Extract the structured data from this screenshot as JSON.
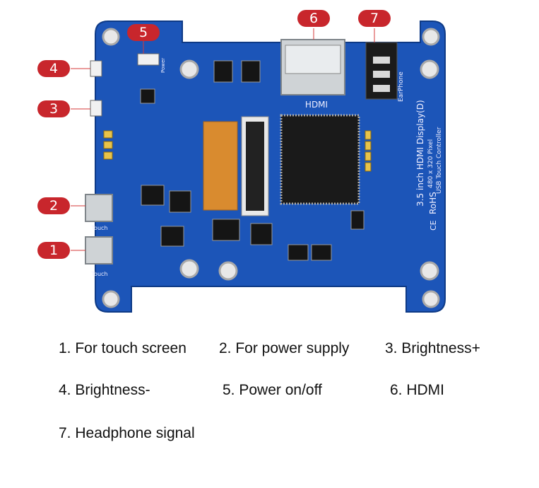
{
  "board": {
    "hdmi_print": "HDMI",
    "earphone_print": "EarPhone",
    "model_lines": [
      "3.5 inch HDMI Display(D)",
      "480 x 320 Pixel",
      "USB Touch Controller"
    ],
    "cert_marks": [
      "RoHS",
      "CE"
    ],
    "port_prints": [
      "Touch",
      "Touch",
      "Power"
    ],
    "colors": {
      "pcb": "#1c55b8",
      "pcb_dark": "#123e8f",
      "callout": "#c8262c",
      "gold": "#d8a24a",
      "chip": "#151515"
    }
  },
  "callouts": [
    "1",
    "2",
    "3",
    "4",
    "5",
    "6",
    "7"
  ],
  "legend": [
    "1. For touch screen",
    "2. For power supply",
    "3. Brightness+",
    "4. Brightness-",
    "5. Power on/off",
    "6. HDMI",
    "7.  Headphone signal"
  ]
}
